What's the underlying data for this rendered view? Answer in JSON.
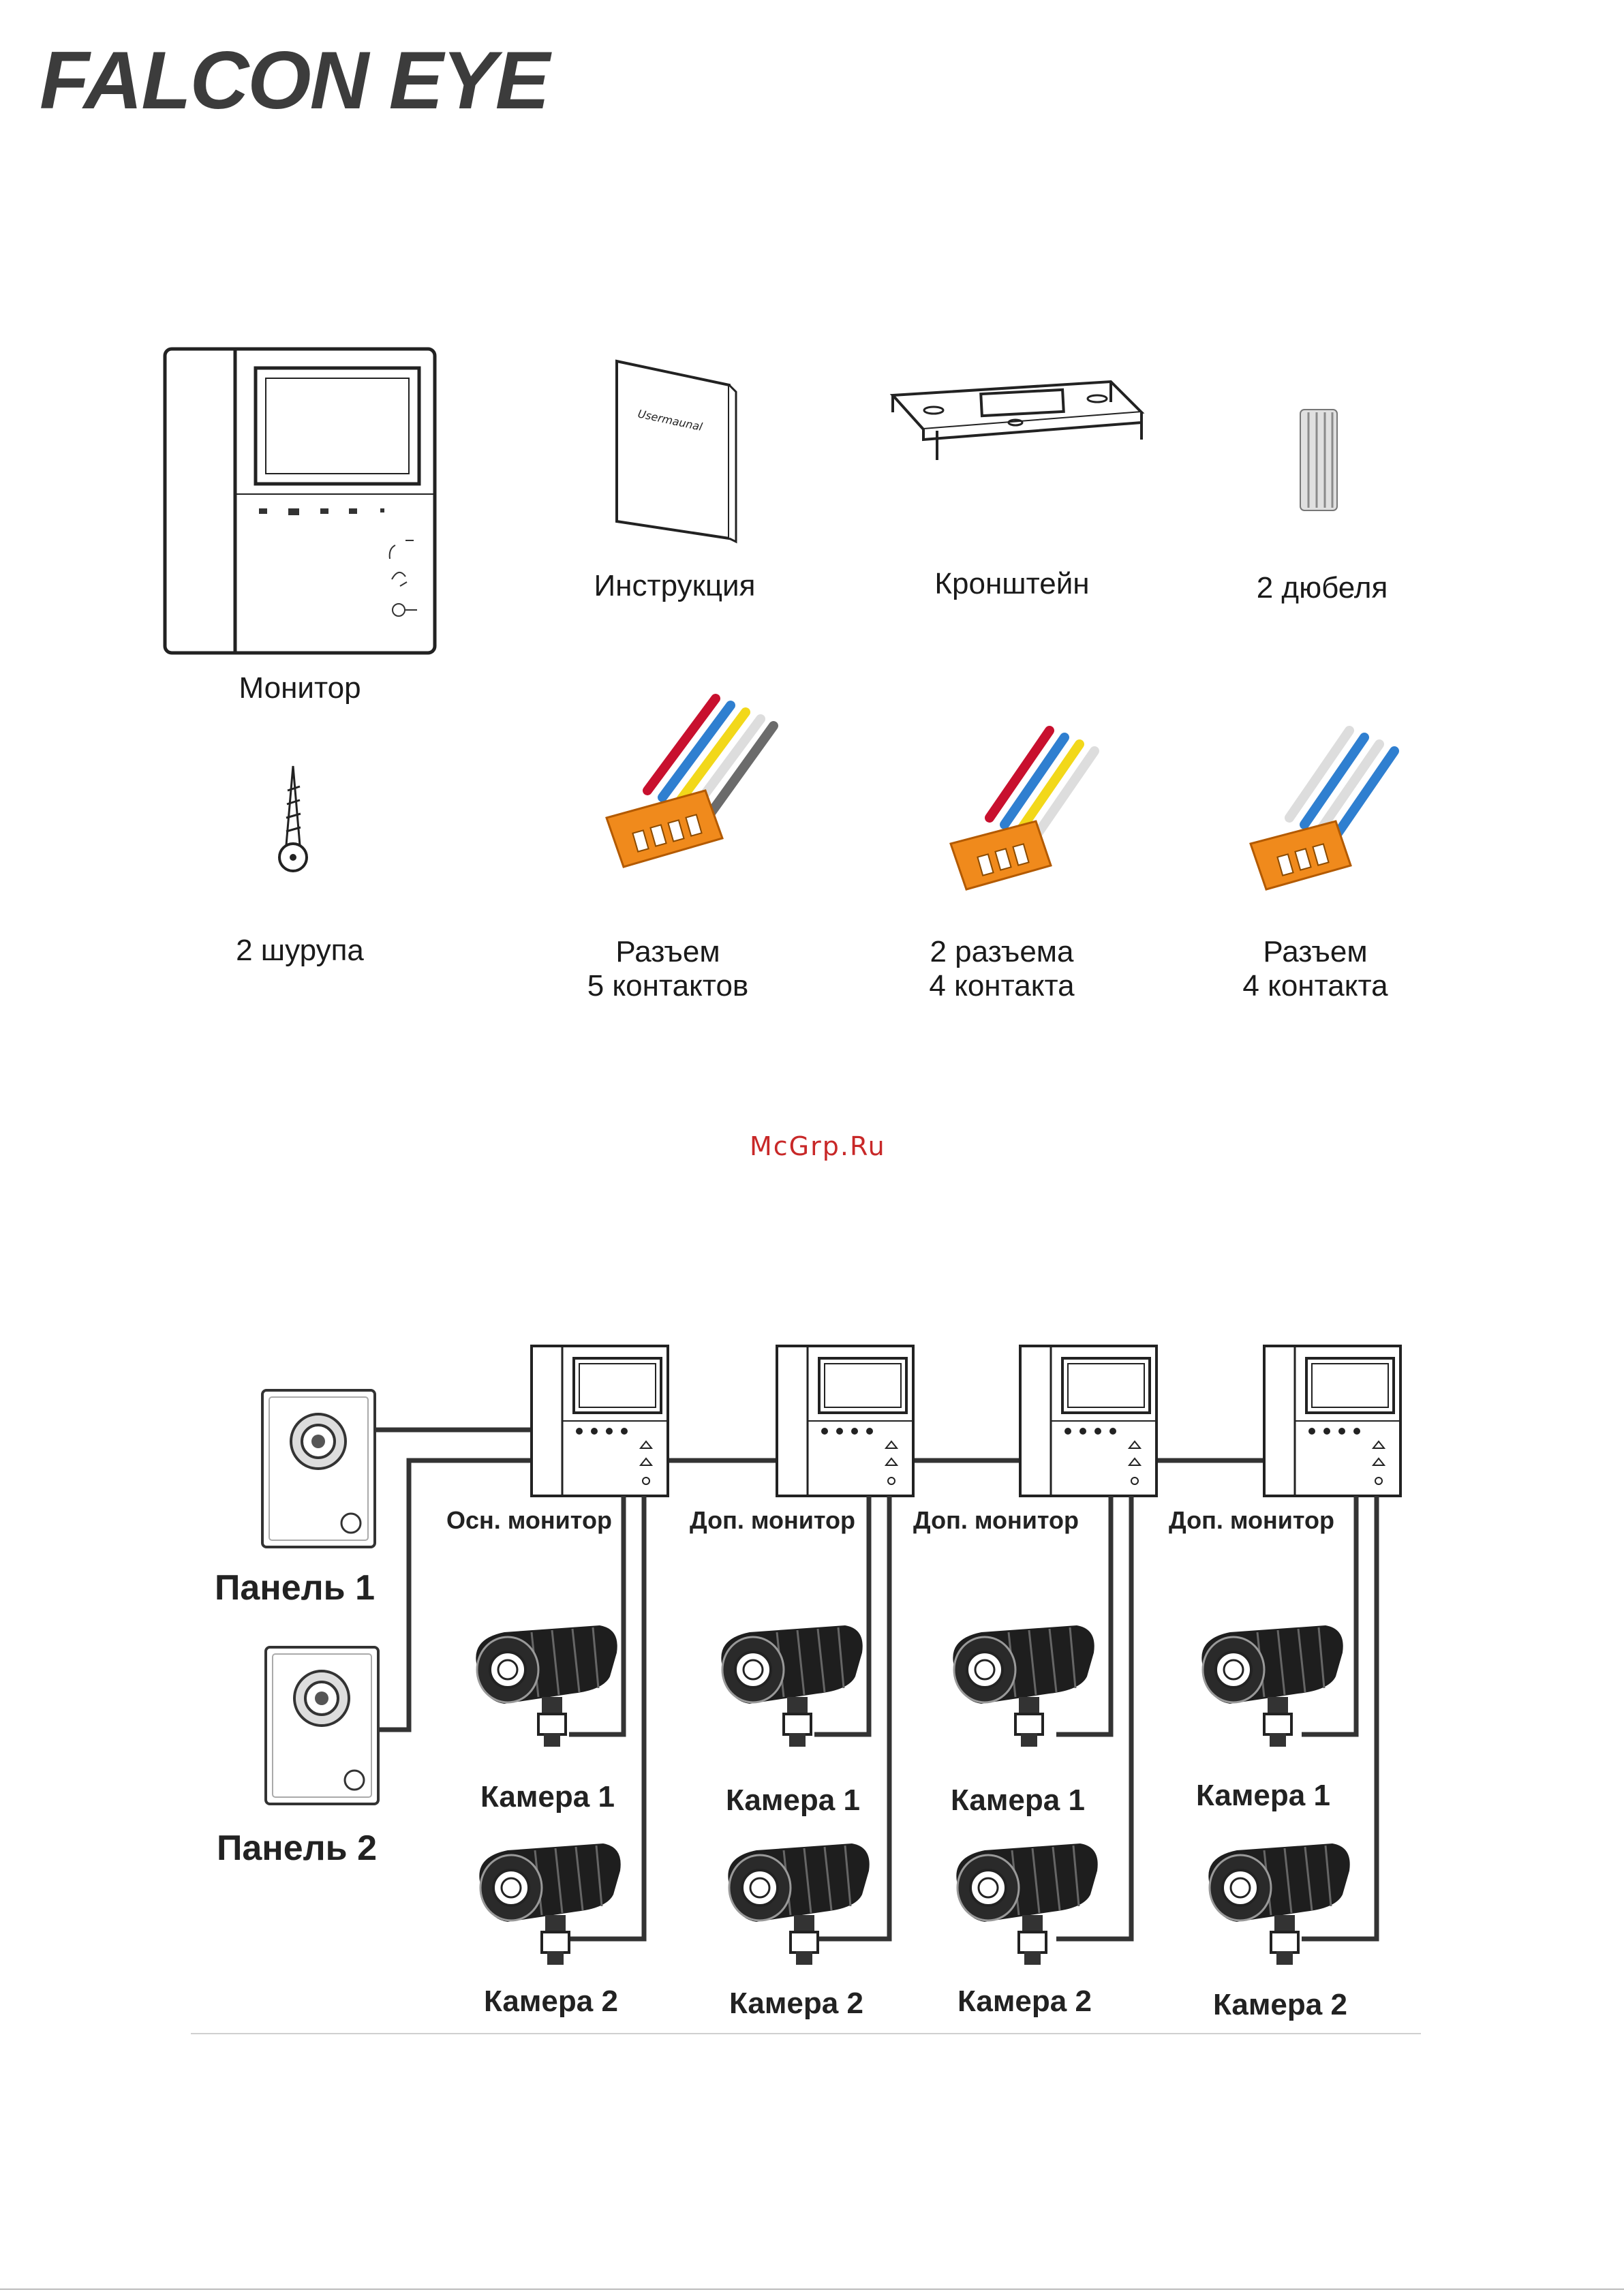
{
  "brand": {
    "logo_text": "FALCON EYE"
  },
  "kit": {
    "monitor_label": "Монитор",
    "manual_label": "Инструкция",
    "manual_cover_text": "Usermaunal",
    "bracket_label": "Кронштейн",
    "dowels_label": "2 дюбеля",
    "screws_label": "2 шурупа",
    "connector5": {
      "line1": "Разъем",
      "line2": "5 контактов"
    },
    "connector4_pair": {
      "line1": "2 разъема",
      "line2": "4 контакта"
    },
    "connector4": {
      "line1": "Разъем",
      "line2": "4 контакта"
    }
  },
  "watermark": "McGrp.Ru",
  "diagram": {
    "panel1": "Панель 1",
    "panel2": "Панель 2",
    "monitors": [
      "Осн. монитор",
      "Доп. монитор",
      "Доп. монитор",
      "Доп. монитор"
    ],
    "camera1": "Камера 1",
    "camera2": "Камера 2"
  },
  "wire_colors": {
    "red": "#c8102e",
    "blue": "#2f7fd0",
    "yellow": "#f2d81a",
    "white": "#ffffff",
    "gray": "#6b6b6b",
    "orange": "#f08a1c"
  }
}
